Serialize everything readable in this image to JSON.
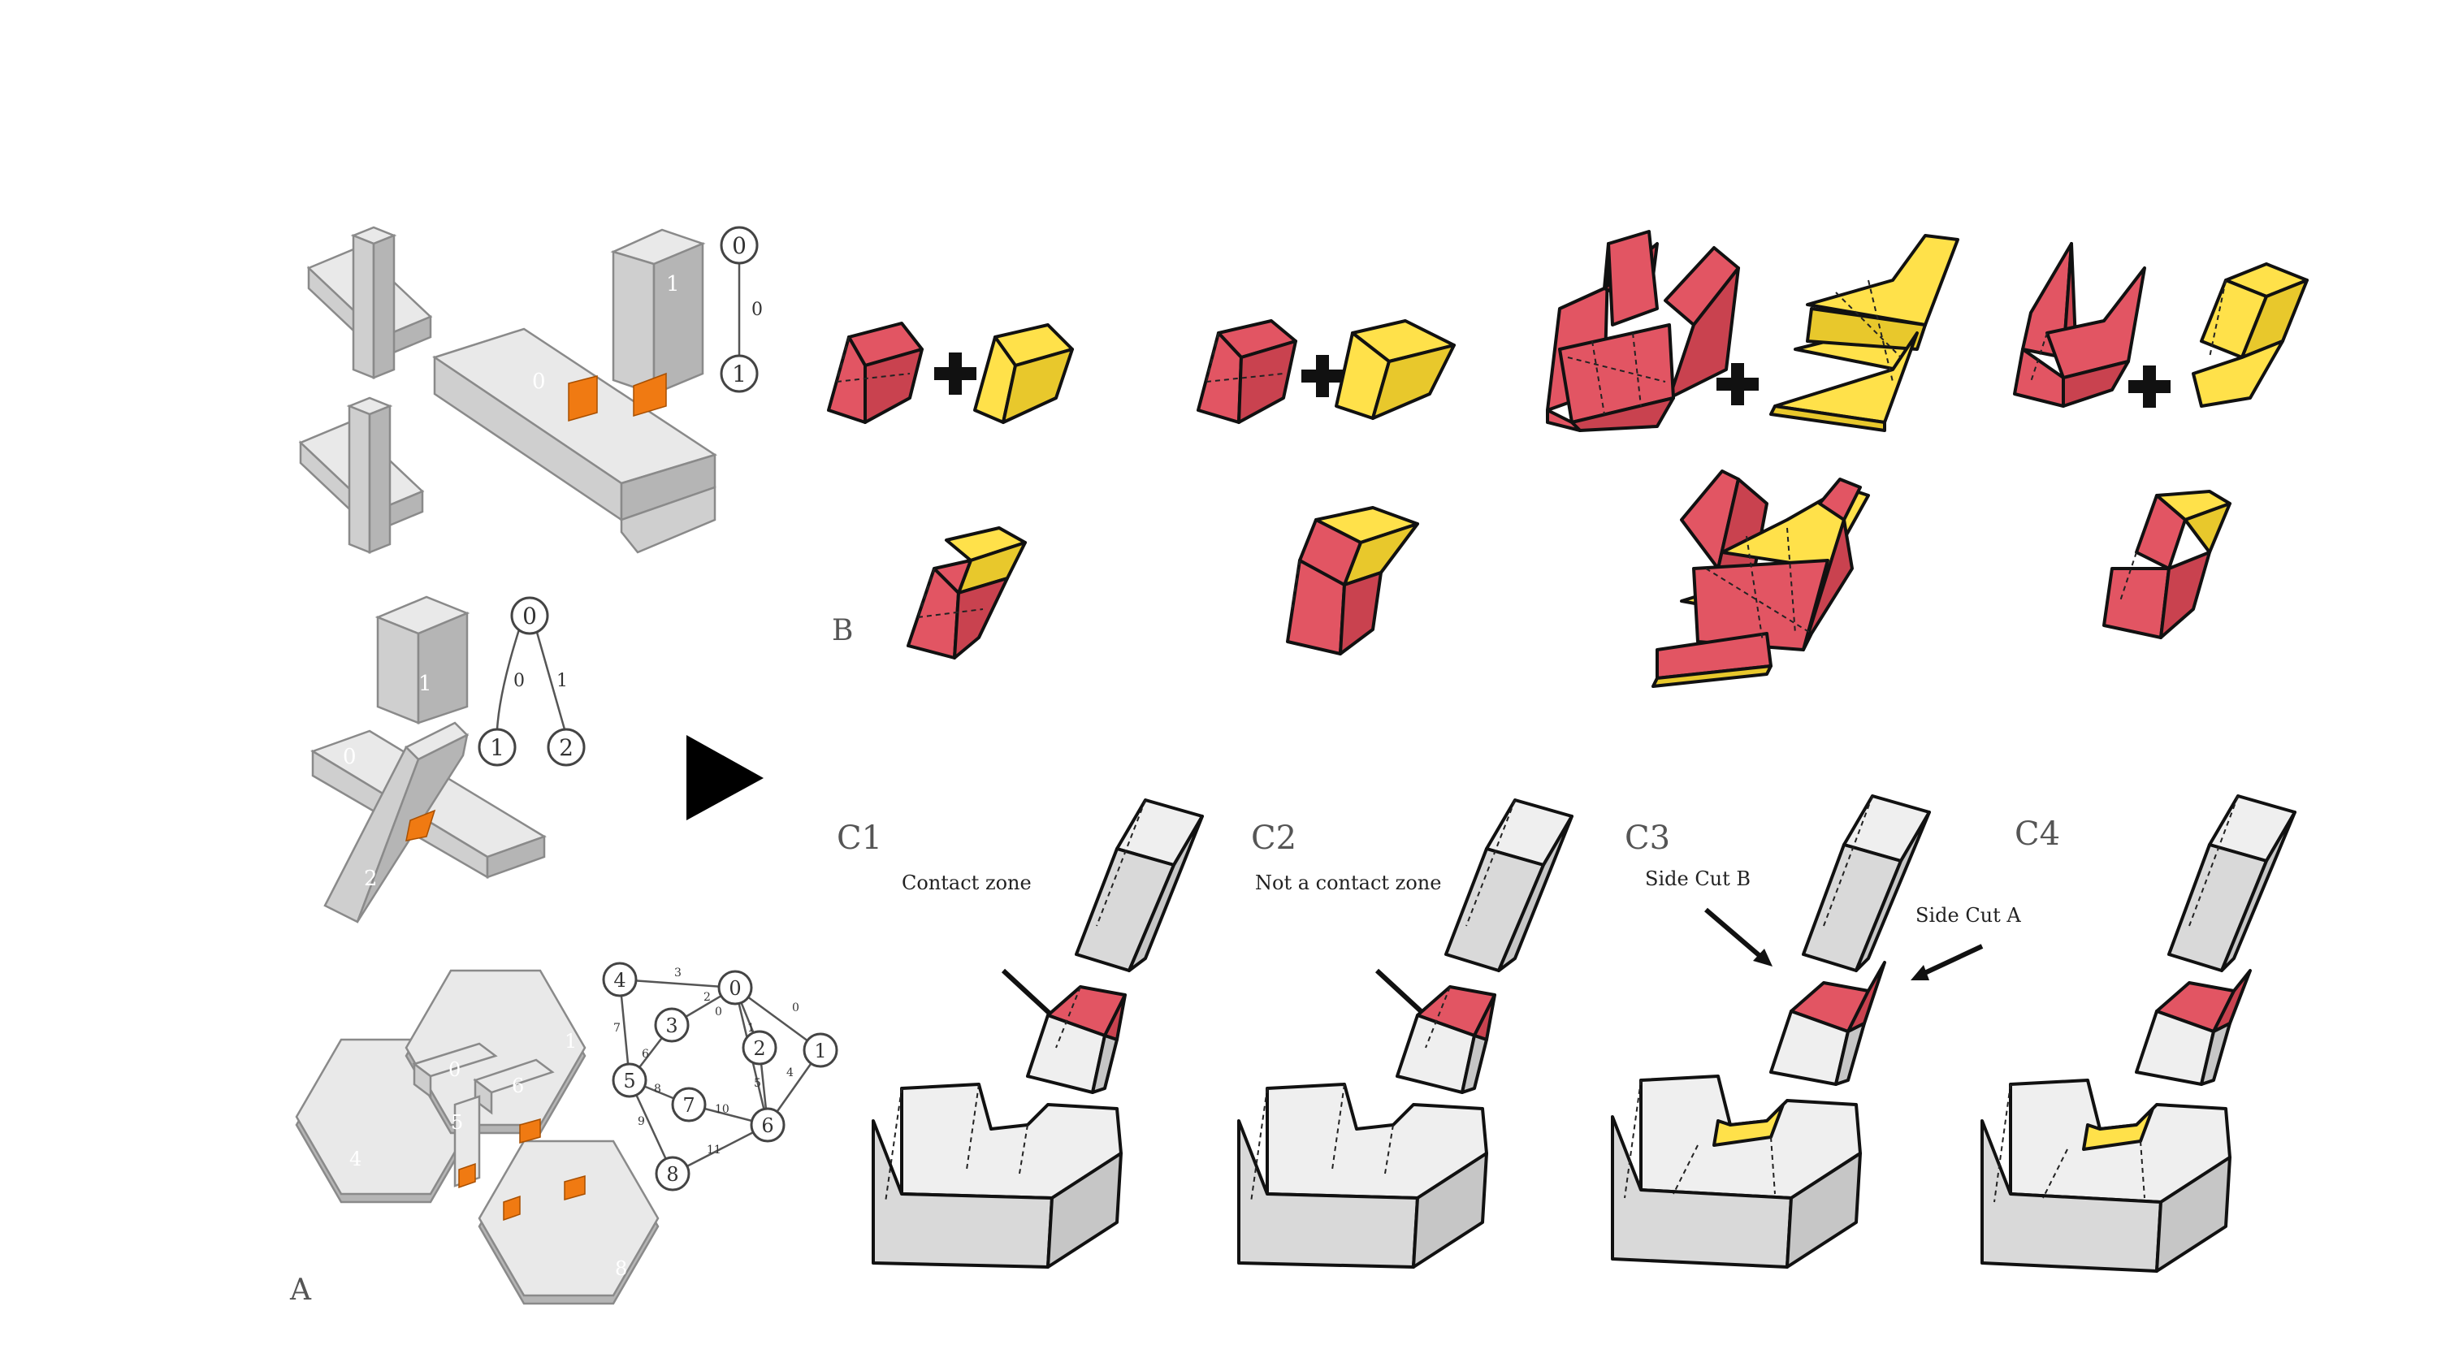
{
  "panels": {
    "a_label": "A",
    "b_label": "B",
    "c1_label": "C1",
    "c2_label": "C2",
    "c3_label": "C3",
    "c4_label": "C4"
  },
  "annotations": {
    "contact_zone": "Contact zone",
    "not_contact_zone": "Not a contact zone",
    "side_cut_b": "Side Cut B",
    "side_cut_a": "Side Cut A"
  },
  "graph1": {
    "part0": "0",
    "part1": "1",
    "node0": "0",
    "node1": "1",
    "edge0": "0"
  },
  "graph2": {
    "part0": "0",
    "part1": "1",
    "part2": "2",
    "node0": "0",
    "node1": "1",
    "node2": "2",
    "edge0": "0",
    "edge1": "1"
  },
  "graph3": {
    "parts": [
      "0",
      "1",
      "4",
      "5",
      "6",
      "8"
    ],
    "nodes": [
      "0",
      "1",
      "2",
      "3",
      "4",
      "5",
      "6",
      "7",
      "8"
    ],
    "edges": [
      "0",
      "1",
      "2",
      "3",
      "4",
      "5",
      "6",
      "7",
      "8",
      "9",
      "10",
      "11"
    ]
  },
  "colors": {
    "part_a": "#e25563",
    "part_b": "#ffe14a",
    "joint_highlight": "#f07a12",
    "part_gray": "#d9d9d9"
  },
  "icons": [
    "right-triangle-arrow-icon",
    "plus-icon"
  ]
}
